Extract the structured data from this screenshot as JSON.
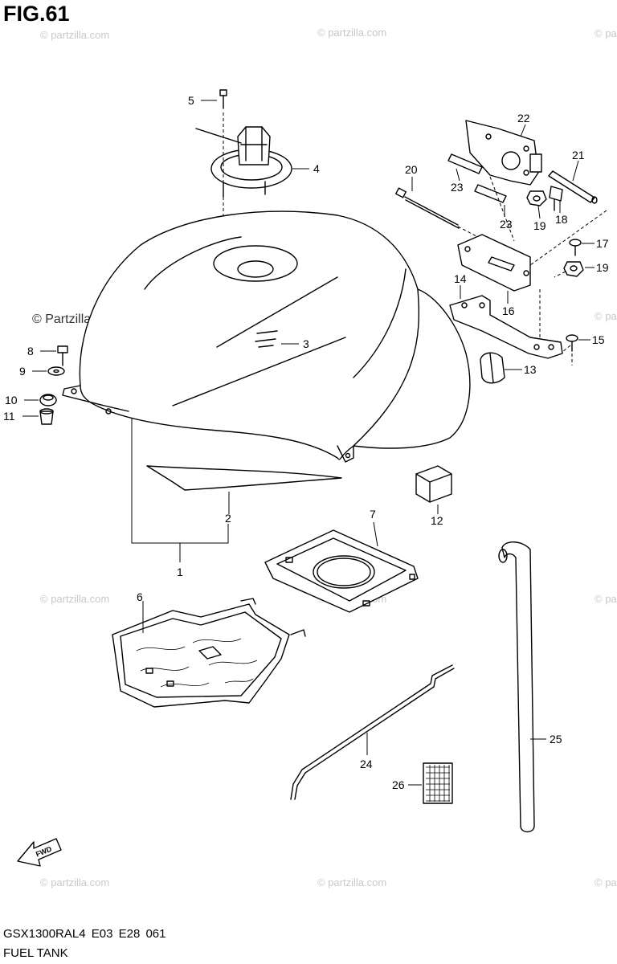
{
  "figure_title": "FIG.61",
  "model_code": "GSX1300RAL4  E03  E28  061",
  "section_name": "FUEL TANK",
  "watermark_text": "© Partzilla.com",
  "watermark_small": "© partzilla.com",
  "fwd_label": "FWD",
  "parts": {
    "p1": "1",
    "p2": "2",
    "p3": "3",
    "p4": "4",
    "p5": "5",
    "p6": "6",
    "p7": "7",
    "p8": "8",
    "p9": "9",
    "p10": "10",
    "p11": "11",
    "p12": "12",
    "p13": "13",
    "p14": "14",
    "p15": "15",
    "p16": "16",
    "p17": "17",
    "p18": "18",
    "p19a": "19",
    "p19b": "19",
    "p20": "20",
    "p21": "21",
    "p22": "22",
    "p23a": "23",
    "p23b": "23",
    "p24": "24",
    "p25": "25",
    "p26": "26"
  },
  "colors": {
    "line": "#000000",
    "watermark": "#c8c8c8",
    "background": "#ffffff"
  }
}
